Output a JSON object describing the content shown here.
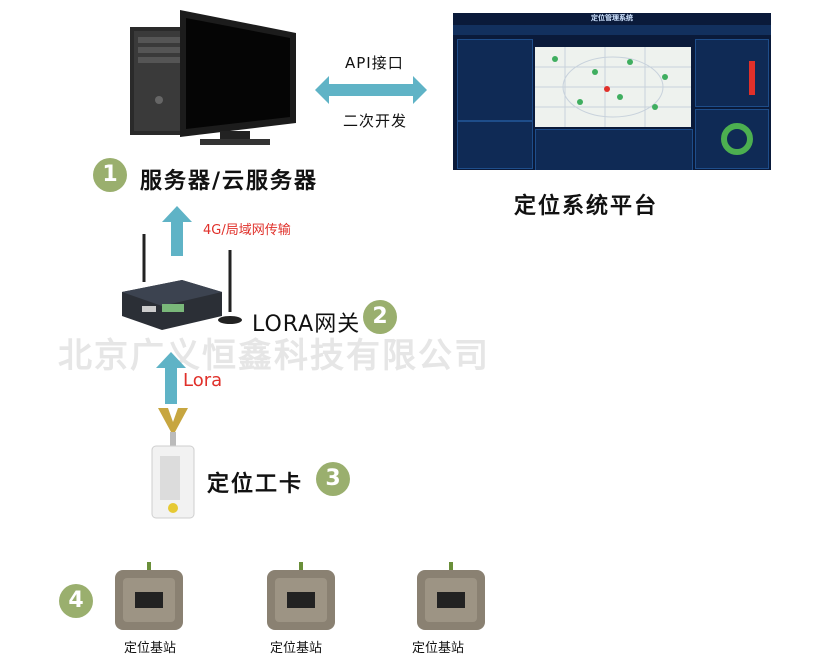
{
  "numbers": [
    "1",
    "2",
    "3",
    "4"
  ],
  "server": {
    "label": "服务器/云服务器"
  },
  "interface": {
    "api": "API接口",
    "dev": "二次开发"
  },
  "platform": {
    "label": "定位系统平台",
    "screen_title": "定位管理系统"
  },
  "uplink": {
    "label": "4G/局域网传输"
  },
  "gateway": {
    "label": "LORA网关"
  },
  "lora": {
    "label": "Lora"
  },
  "card": {
    "label": "定位工卡"
  },
  "watermark": "北京广义恒鑫科技有限公司",
  "base_stations": [
    {
      "label": "定位基站"
    },
    {
      "label": "定位基站"
    },
    {
      "label": "定位基站"
    }
  ],
  "colors": {
    "arrow": "#5fb3c6",
    "badge": "#9aaf6e",
    "red_text": "#e0302a",
    "dashboard_bg": "#0a1a3a"
  }
}
